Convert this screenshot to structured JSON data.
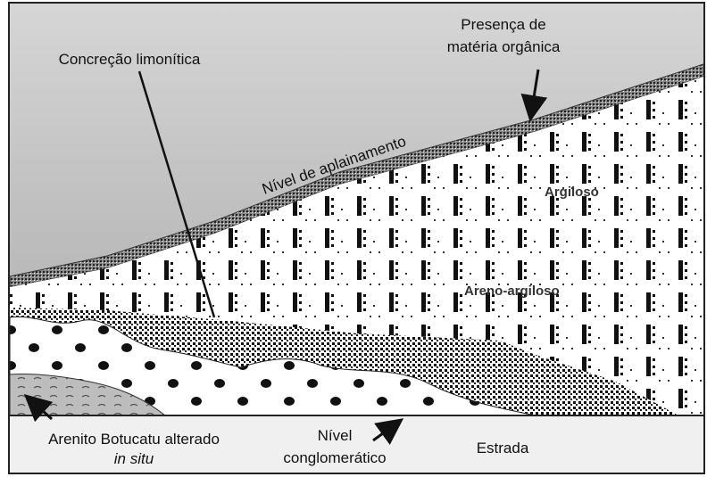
{
  "labels": {
    "presenca_line1": "Presença de",
    "presenca_line2": "matéria orgânica",
    "concrecao": "Concreção limonítica",
    "nivel_aplainamento": "Nível de aplainamento",
    "argiloso": "Argiloso",
    "arenoso_argiloso": "Areno-argiloso",
    "arenito_line1": "Arenito Botucatu alterado",
    "arenito_line2": "in situ",
    "nivel_line1": "Nível",
    "nivel_line2": "conglomerático",
    "estrada": "Estrada"
  }
}
